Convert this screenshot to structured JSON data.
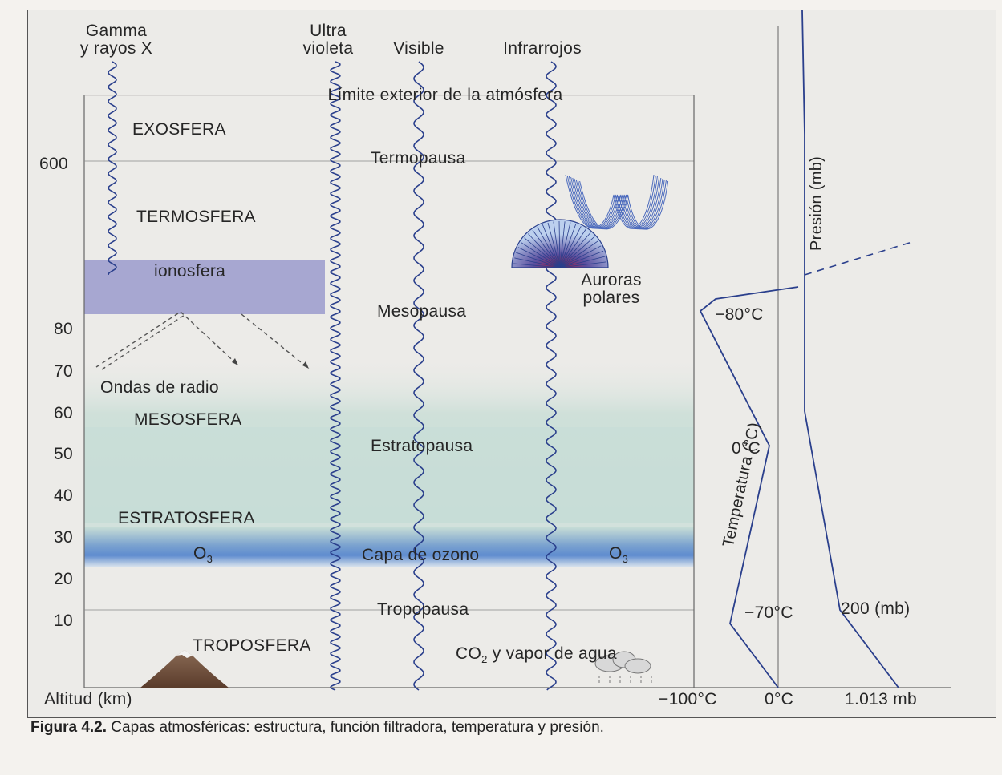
{
  "header": {
    "gamma": [
      "Gamma",
      "y rayos X"
    ],
    "ultraviolet": [
      "Ultra",
      "violeta"
    ],
    "visible": "Visible",
    "infrared": "Infrarrojos"
  },
  "labels": {
    "outer_limit": "Límite exterior de la atmósfera",
    "exosphere": "EXOSFERA",
    "thermopause": "Termopausa",
    "thermosphere": "TERMOSFERA",
    "ionosphere": "ionosfera",
    "auroras": [
      "Auroras",
      "polares"
    ],
    "mesopause": "Mesopausa",
    "radio_waves": "Ondas de radio",
    "mesosphere": "MESOSFERA",
    "stratopause": "Estratopausa",
    "stratosphere": "ESTRATOSFERA",
    "ozone_symbol": "O",
    "ozone_sub": "3",
    "ozone_layer": "Capa de ozono",
    "tropopause": "Tropopausa",
    "troposphere": "TROPOSFERA",
    "co2_pre": "CO",
    "co2_sub": "2",
    "co2_post": " y vapor de agua"
  },
  "altitude_axis": {
    "title": "Altitud (km)",
    "ticks": [
      "600",
      "80",
      "70",
      "60",
      "50",
      "40",
      "30",
      "20",
      "10"
    ]
  },
  "temperature": {
    "axis_label": "Temperatura (°C)",
    "points": [
      "−80°C",
      "0°C",
      "−70°C"
    ],
    "axis_ticks": [
      "−100°C",
      "0°C"
    ]
  },
  "pressure": {
    "axis_label": "Presión (mb)",
    "point": "200 (mb)",
    "axis_tick": "1.013 mb"
  },
  "caption": {
    "figure": "Figura 4.2.",
    "text": " Capas atmosféricas: estructura, función filtradora, temperatura y presión."
  }
}
